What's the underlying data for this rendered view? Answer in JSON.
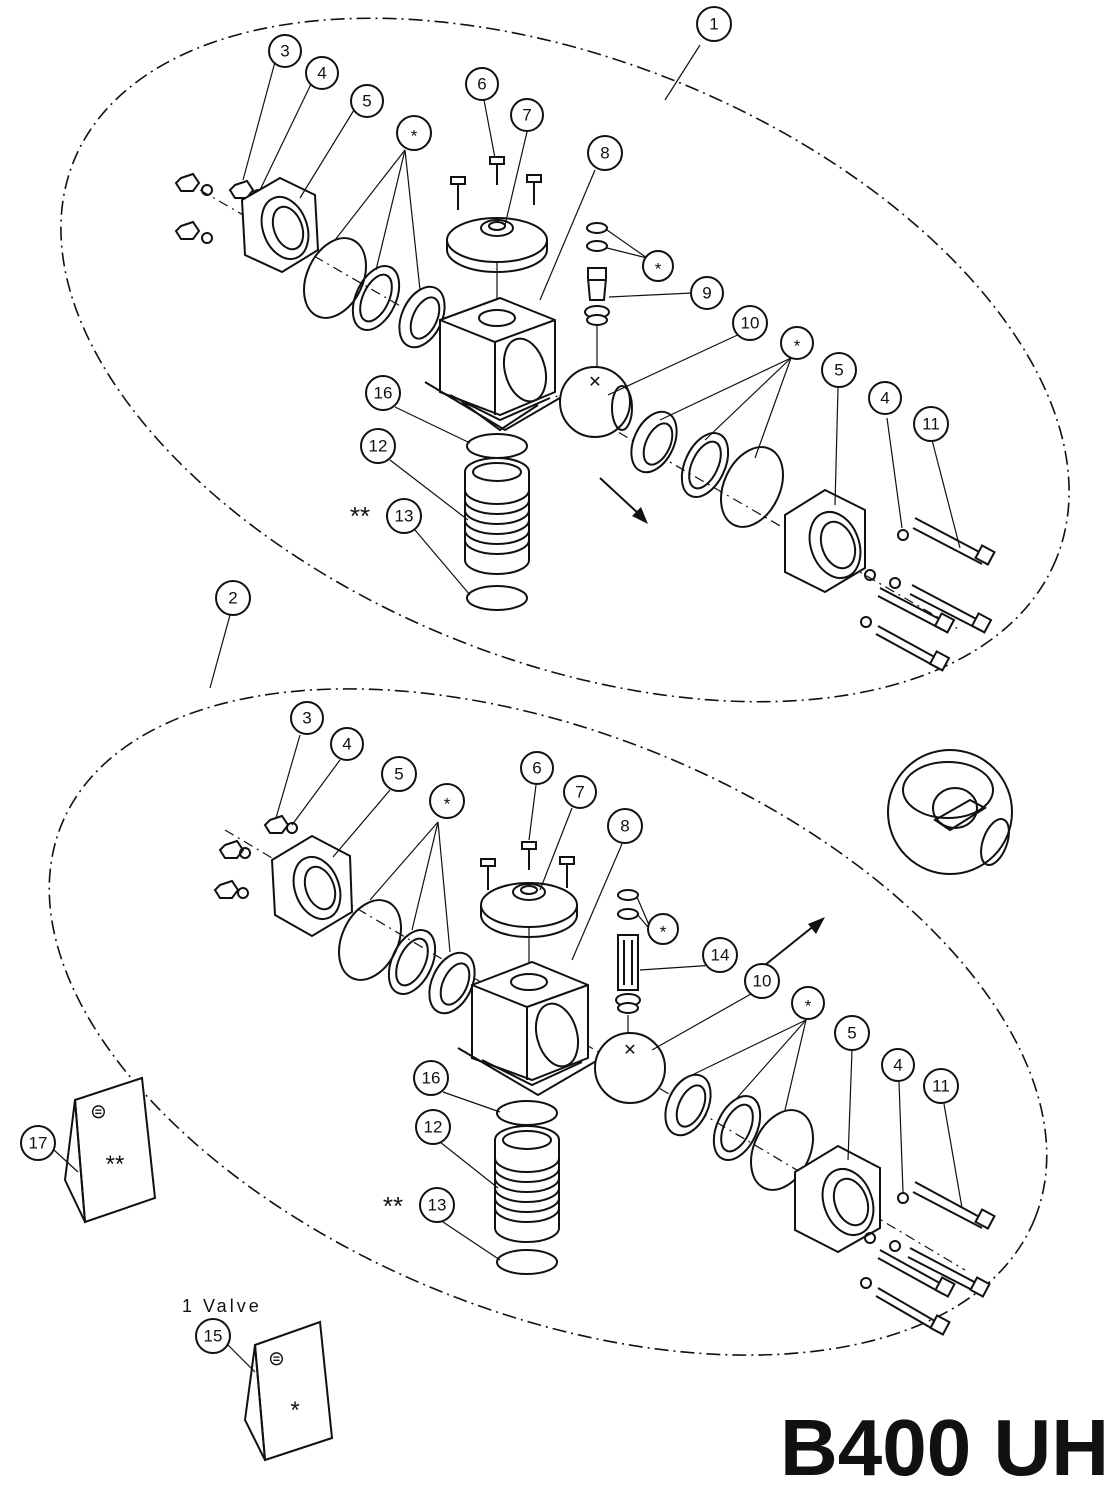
{
  "diagram": {
    "assemblies": [
      {
        "number": "1",
        "callouts": [
          {
            "label": "3"
          },
          {
            "label": "4"
          },
          {
            "label": "5"
          },
          {
            "label": "*"
          },
          {
            "label": "6"
          },
          {
            "label": "7"
          },
          {
            "label": "8"
          },
          {
            "label": "*"
          },
          {
            "label": "9"
          },
          {
            "label": "10"
          },
          {
            "label": "*"
          },
          {
            "label": "5"
          },
          {
            "label": "4"
          },
          {
            "label": "11"
          },
          {
            "label": "16"
          },
          {
            "label": "12"
          },
          {
            "label": "13"
          }
        ],
        "double_star_mark": "**"
      },
      {
        "number": "2",
        "callouts": [
          {
            "label": "3"
          },
          {
            "label": "4"
          },
          {
            "label": "5"
          },
          {
            "label": "*"
          },
          {
            "label": "6"
          },
          {
            "label": "7"
          },
          {
            "label": "8"
          },
          {
            "label": "*"
          },
          {
            "label": "14"
          },
          {
            "label": "10"
          },
          {
            "label": "*"
          },
          {
            "label": "5"
          },
          {
            "label": "4"
          },
          {
            "label": "11"
          },
          {
            "label": "16"
          },
          {
            "label": "12"
          },
          {
            "label": "13"
          }
        ],
        "double_star_mark": "**"
      }
    ],
    "kits": [
      {
        "number": "17",
        "mark": "**"
      },
      {
        "number": "15",
        "mark": "*",
        "caption": "1 Valve"
      }
    ],
    "title_partial": "B400 UH"
  }
}
